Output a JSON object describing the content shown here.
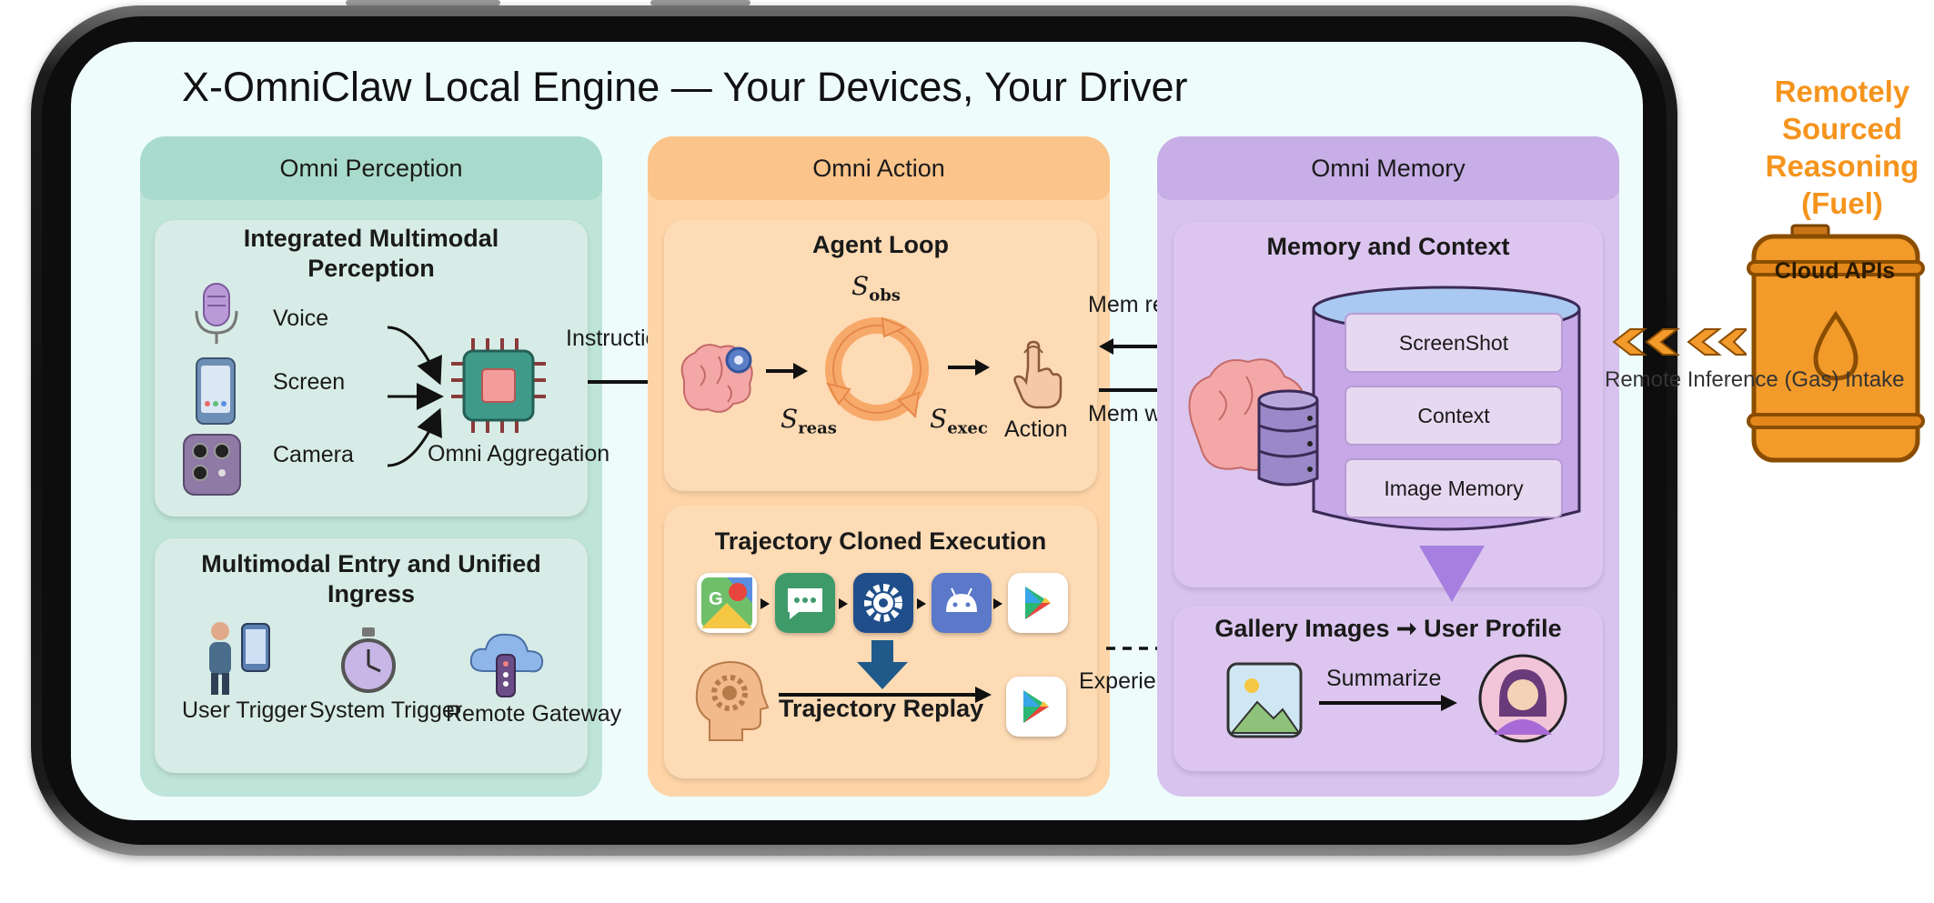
{
  "title": "X-OmniClaw Local Engine — Your Devices, Your Driver",
  "perception": {
    "header": "Omni Perception",
    "integrated": {
      "title": "Integrated Multimodal Perception",
      "inputs": [
        "Voice",
        "Screen",
        "Camera"
      ],
      "aggregation": "Omni Aggregation"
    },
    "entry": {
      "title": "Multimodal Entry and Unified Ingress",
      "triggers": [
        "User Trigger",
        "System Trigger",
        "Remote Gateway"
      ]
    }
  },
  "instructions_label": "Instructions",
  "action": {
    "header": "Omni Action",
    "agent_loop": {
      "title": "Agent Loop",
      "states": {
        "obs": "obs",
        "reas": "reas",
        "exec": "exec",
        "symbol": "S"
      },
      "action_label": "Action"
    },
    "trajectory": {
      "title": "Trajectory Cloned Execution",
      "replay_label": "Trajectory Replay"
    }
  },
  "mem_read": "Mem read",
  "mem_write": "Mem write",
  "experience_update": "Experience Update",
  "memory": {
    "header": "Omni Memory",
    "context_card": {
      "title": "Memory and Context",
      "slots": [
        "ScreenShot",
        "Context",
        "Image Memory"
      ]
    },
    "profile_card": {
      "title": "Gallery Images ➞ User Profile",
      "summarize": "Summarize"
    }
  },
  "remote": {
    "heading": "Remotely Sourced Reasoning (Fuel)",
    "barrel_label": "Cloud APIs",
    "intake_label": "Remote Inference (Gas) Intake"
  },
  "colors": {
    "perception": "#a9dbcc",
    "action": "#fbc48a",
    "memory": "#c7aee6",
    "fuel": "#f5941d"
  }
}
